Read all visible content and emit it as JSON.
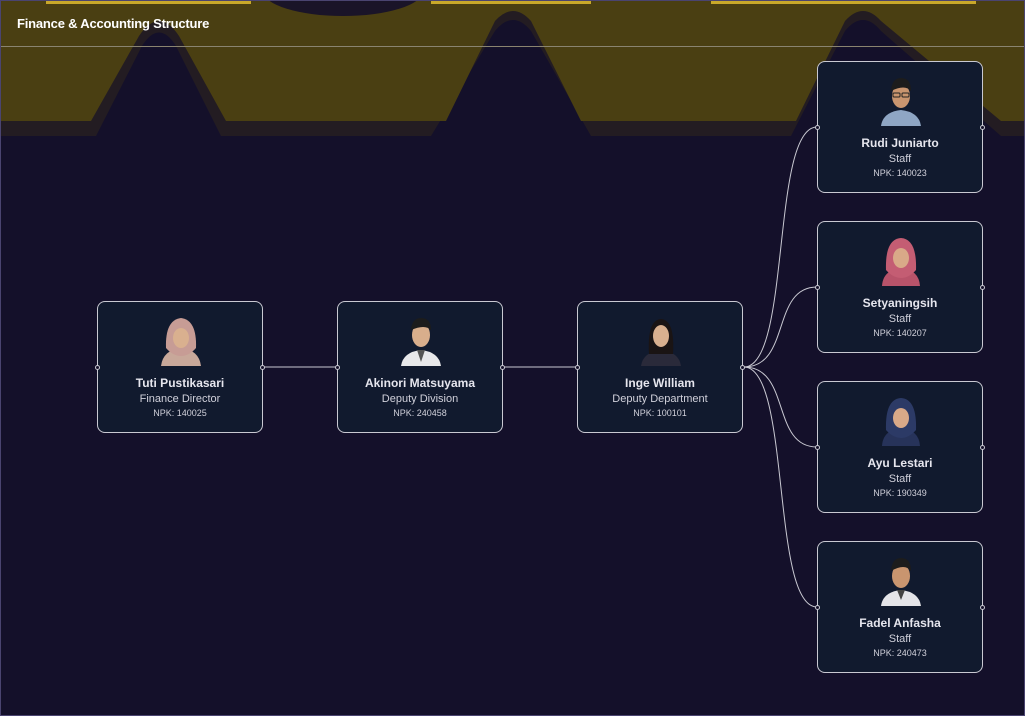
{
  "header": {
    "title": "Finance & Accounting Structure"
  },
  "colors": {
    "background": "#14102a",
    "banner": "#4a3f12",
    "card": "#111a2e",
    "border": "#c9c9d2"
  },
  "nodes": [
    {
      "name": "Tuti Pustikasari",
      "role": "Finance Director",
      "npk": "NPK: 140025"
    },
    {
      "name": "Akinori Matsuyama",
      "role": "Deputy Division",
      "npk": "NPK: 240458"
    },
    {
      "name": "Inge William",
      "role": "Deputy Department",
      "npk": "NPK: 100101"
    },
    {
      "name": "Rudi Juniarto",
      "role": "Staff",
      "npk": "NPK: 140023"
    },
    {
      "name": "Setyaningsih",
      "role": "Staff",
      "npk": "NPK: 140207"
    },
    {
      "name": "Ayu Lestari",
      "role": "Staff",
      "npk": "NPK: 190349"
    },
    {
      "name": "Fadel Anfasha",
      "role": "Staff",
      "npk": "NPK: 240473"
    }
  ]
}
